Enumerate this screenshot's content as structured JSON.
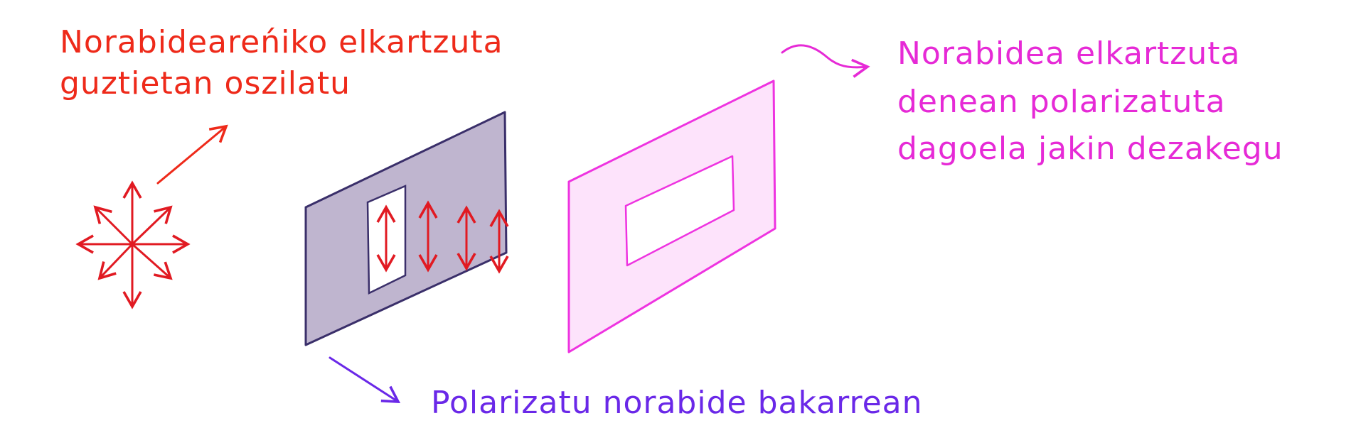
{
  "colors": {
    "red": "#ee2a1a",
    "arrow_red": "#e11a22",
    "magenta": "#e62ad6",
    "purple": "#6a28e8",
    "polarizer_fill": "#bfb5cf",
    "polarizer_edge": "#3a2f6a",
    "analyzer_fill": "#fde3fb",
    "analyzer_edge": "#ee33e0"
  },
  "labels": {
    "unpolarized": {
      "line1": "Norabideareńiko elkartzuta",
      "line2": "guztietan oszilatu"
    },
    "analyzer": {
      "line1": "Norabidea elkartzuta",
      "line2": "denean polarizatuta",
      "line3": "dagoela jakin dezakegu"
    },
    "polarized": "Polarizatu norabide bakarrean"
  },
  "icons": {
    "unpolarized_star": "eight-direction-arrows-icon",
    "vertical_arrows": "double-headed-vertical-arrow-icon",
    "pointer_arrows": "arrow-icon"
  },
  "polarized_arrow_count": 4
}
